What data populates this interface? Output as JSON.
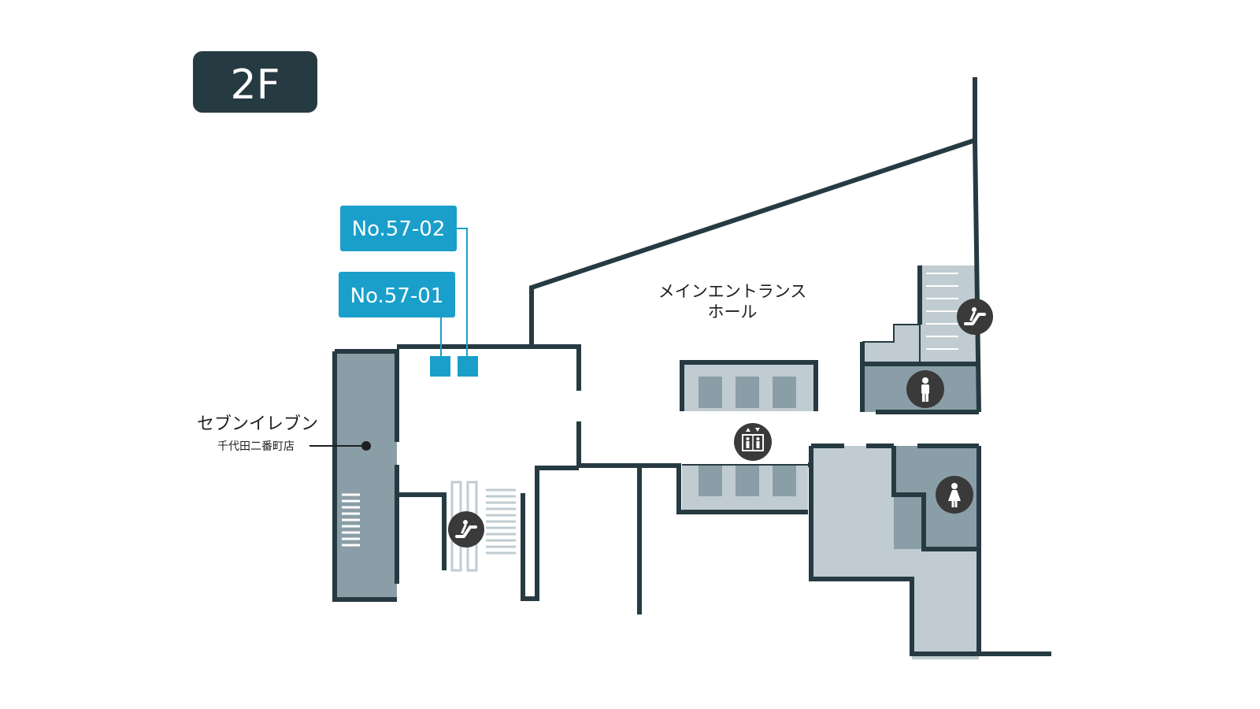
{
  "floor_badge": {
    "label": "2F"
  },
  "spots": [
    {
      "id": "spot-1",
      "label": "No.57-02"
    },
    {
      "id": "spot-2",
      "label": "No.57-01"
    }
  ],
  "labels": {
    "entrance_line1": "メインエントランス",
    "entrance_line2": "ホール",
    "store_name": "セブンイレブン",
    "store_branch": "千代田二番町店"
  },
  "icons": {
    "escalator_right": "escalator-icon",
    "escalator_left": "escalator-icon",
    "elevator": "elevator-icon",
    "restroom_male": "male-restroom-icon",
    "restroom_female": "female-restroom-icon"
  },
  "colors": {
    "wall": "#263a42",
    "spot": "#1a9fcb",
    "store_fill": "#8a9ea7",
    "hall_fill": "#c0ccd2",
    "restroom_fill": "#8a9ea7",
    "badge": "#263a42",
    "icon_circle": "#3a3a3a"
  }
}
